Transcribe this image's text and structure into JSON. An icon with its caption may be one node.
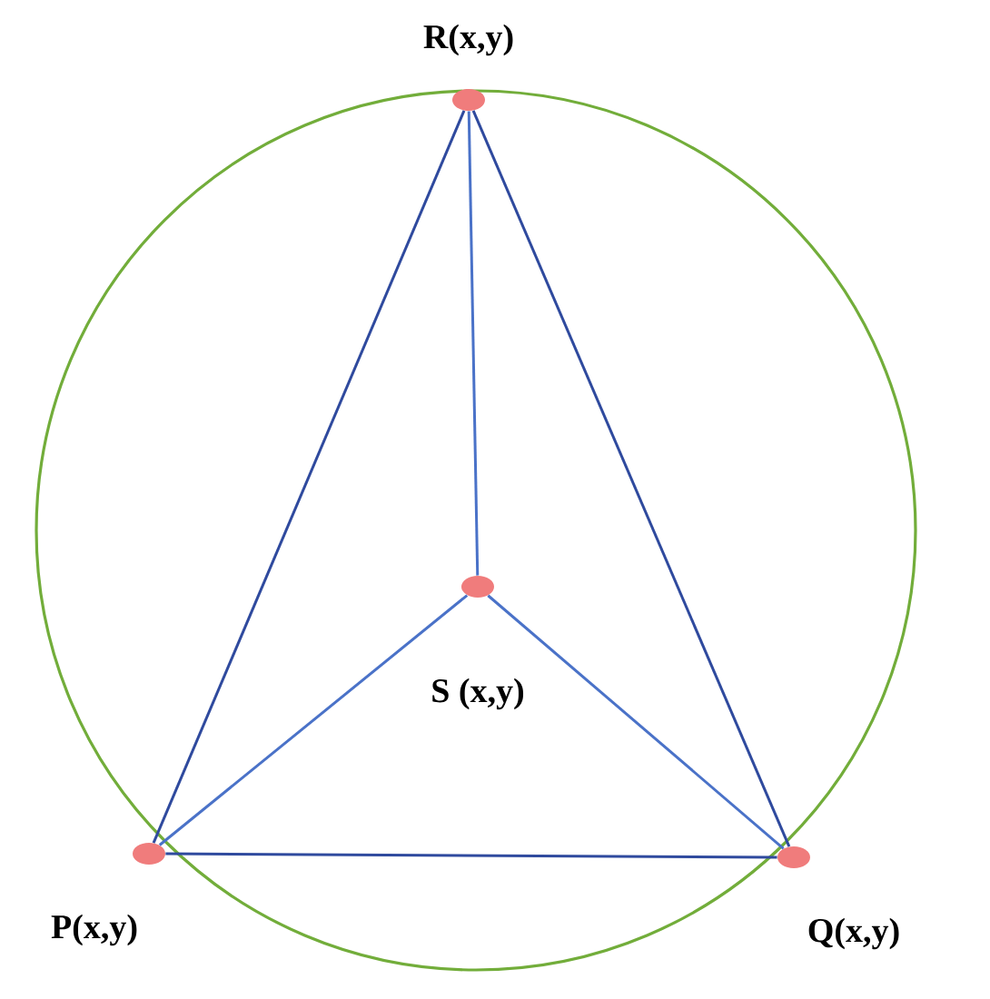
{
  "diagram": {
    "nodes": [
      {
        "text": [],
        "shape": "circle",
        "beside": [
          "R(x,y)"
        ]
      },
      {
        "text": [],
        "shape": "circle",
        "beside": [
          "S (x,y)"
        ]
      },
      {
        "text": [],
        "shape": "circle",
        "beside": [
          "P(x,y)"
        ]
      },
      {
        "text": [],
        "shape": "circle",
        "beside": [
          "Q(x,y)"
        ]
      }
    ],
    "edges": [
      {
        "from": 0,
        "to": 2,
        "arrow": "none"
      },
      {
        "from": 0,
        "to": 3,
        "arrow": "none"
      },
      {
        "from": 2,
        "to": 3,
        "arrow": "none"
      },
      {
        "from": 1,
        "to": 0,
        "arrow": "none",
        "color": "#4a72c8"
      },
      {
        "from": 1,
        "to": 2,
        "arrow": "none",
        "color": "#4a72c8"
      },
      {
        "from": 1,
        "to": 3,
        "arrow": "none",
        "color": "#4a72c8"
      }
    ]
  }
}
